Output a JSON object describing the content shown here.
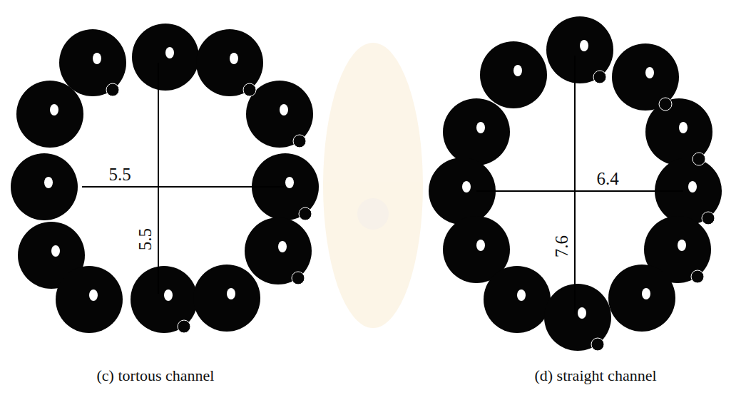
{
  "diagram": {
    "labels": [
      "5.5",
      "5.5",
      "6.4",
      "7.6",
      "(c) tortous channel",
      "(d) straight channel"
    ]
  }
}
